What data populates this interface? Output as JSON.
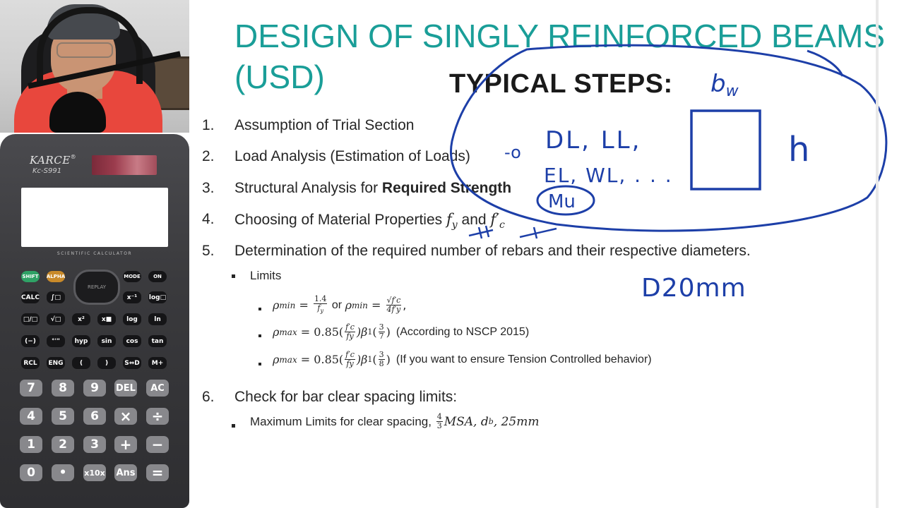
{
  "slide": {
    "title_line1": "DESIGN OF SINGLY REINFORCED BEAMS",
    "title_line2": "(USD)",
    "subtitle": "TYPICAL STEPS:",
    "steps": [
      {
        "num": "1.",
        "text": "Assumption of Trial Section"
      },
      {
        "num": "2.",
        "text": "Load Analysis (Estimation of Loads)"
      },
      {
        "num": "3.",
        "text": "Structural Analysis for ",
        "bold": "Required Strength"
      },
      {
        "num": "4.",
        "text": "Choosing of Material Properties ",
        "fy": "f",
        "fy_sub": "y",
        "and": " and ",
        "fc": "f",
        "fc_mark": "′",
        "fc_sub": "c"
      },
      {
        "num": "5.",
        "text": "Determination of the required number of rebars and their respective diameters."
      },
      {
        "num": "6.",
        "text": "Check for bar clear spacing limits:"
      }
    ],
    "limits_label": "Limits",
    "formula_min": {
      "rho": "ρ",
      "sub": "min",
      "eq": " = ",
      "f_num": "1.4",
      "f_den": "f",
      "f_den_sub": "y",
      "or": " or ",
      "eq2": " = ",
      "sqrt_num": "√f′c",
      "den": "4f′y",
      "comma": ","
    },
    "formula_max1": {
      "rho": "ρ",
      "sub": "max",
      "expr": " = 0.85(",
      "fr_num": "f′c",
      "fr_den": "fy",
      "beta": ")β",
      "beta_sub": "1",
      "paren": "(",
      "r_num": "3",
      "r_den": "7",
      "close": ")",
      "note": "(According to NSCP 2015)"
    },
    "formula_max2": {
      "rho": "ρ",
      "sub": "max",
      "expr": " = 0.85(",
      "fr_num": "f′c",
      "fr_den": "fy",
      "beta": ")β",
      "beta_sub": "1",
      "paren": "(",
      "r_num": "3",
      "r_den": "8",
      "close": ")",
      "note": "(If you want to ensure Tension Controlled behavior)"
    },
    "spacing_label": "Maximum Limits for clear spacing, ",
    "spacing": {
      "f_num": "4",
      "f_den": "3",
      "msa": "MSA",
      "sep1": ", ",
      "d": "d",
      "d_sub": "b",
      "sep2": ", ",
      "last": "25mm"
    }
  },
  "handwriting": {
    "bw": "b",
    "bw_sub": "w",
    "h": "h",
    "loads1": "DL, LL,",
    "loads2": "EL, WL, . . .",
    "arrow": "-o",
    "mu": "Mu",
    "d20": "D20mm"
  },
  "calculator": {
    "brand": "KARCE",
    "reg": "®",
    "model": "Kc-S991",
    "caption": "SCIENTIFIC CALCULATOR",
    "keys_top": [
      "SHIFT",
      "ALPHA",
      "MODE",
      "ON"
    ],
    "replay": "REPLAY",
    "keys_row2": [
      "CALC",
      "∫□",
      "x⁻¹",
      "log□"
    ],
    "keys_row3": [
      "□/□",
      "√□",
      "x²",
      "x■",
      "log",
      "ln"
    ],
    "keys_row4": [
      "(−)",
      "°'\"",
      "hyp",
      "sin",
      "cos",
      "tan"
    ],
    "keys_row5": [
      "RCL",
      "ENG",
      "(",
      ")",
      "S⇔D",
      "M+"
    ],
    "keys_row6": [
      "7",
      "8",
      "9",
      "DEL",
      "AC"
    ],
    "keys_row7": [
      "4",
      "5",
      "6",
      "×",
      "÷"
    ],
    "keys_row8": [
      "1",
      "2",
      "3",
      "+",
      "−"
    ],
    "keys_row9": [
      "0",
      "•",
      "x10x",
      "Ans",
      "="
    ]
  }
}
